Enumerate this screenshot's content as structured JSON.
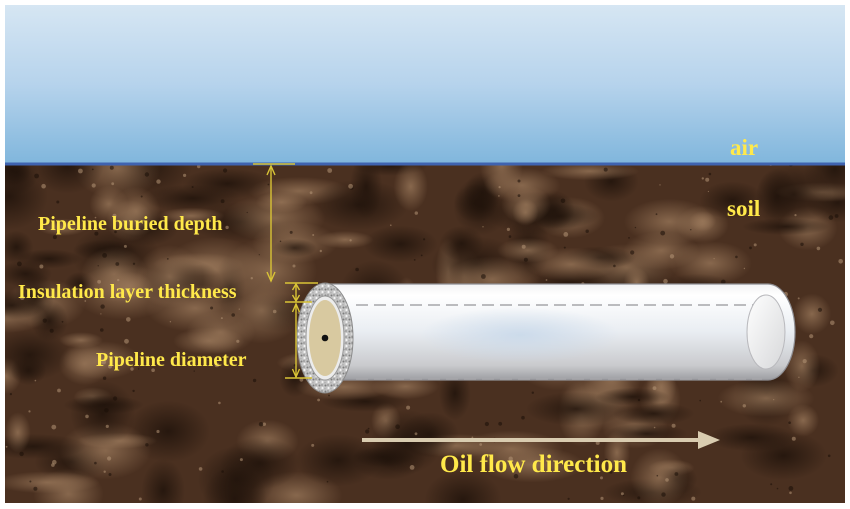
{
  "labels": {
    "air": "air",
    "soil": "soil",
    "buried_depth": "Pipeline buried depth",
    "insulation_thickness": "Insulation layer thickness",
    "diameter": "Pipeline diameter",
    "flow_direction": "Oil flow direction"
  },
  "colors": {
    "sky_top": "#d4e4f2",
    "sky_bottom": "#82b9de",
    "ground_line": "#3f63b0",
    "soil_base": "#4a3020",
    "label_yellow": "#ffe94a",
    "dimension_line": "#d9c436",
    "pipe_body": "#e6e6e8",
    "insulation": "#cfcfcf",
    "pipe_core": "#d8c9a0",
    "flow_arrow": "#d9ccb0"
  }
}
